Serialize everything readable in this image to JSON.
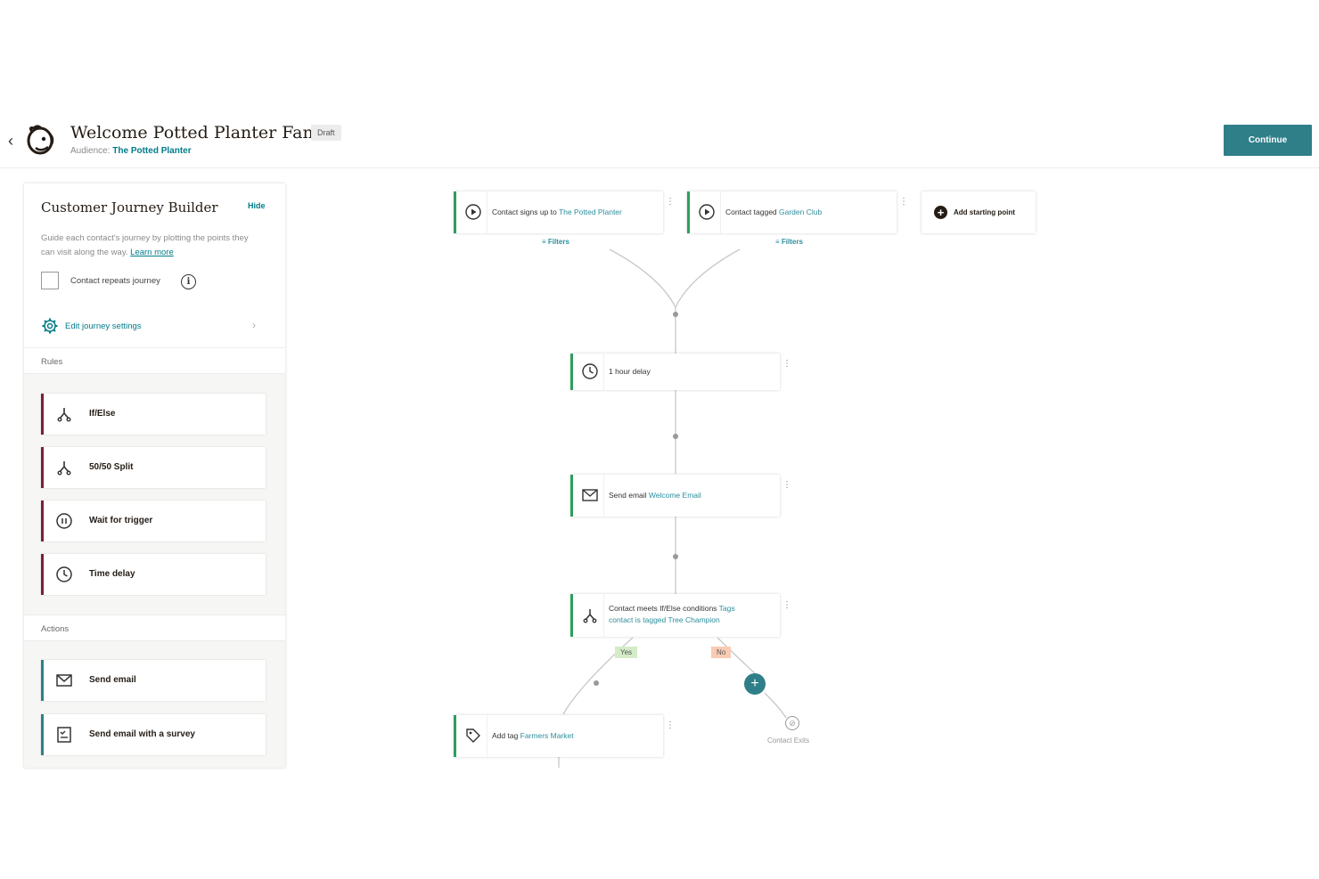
{
  "header": {
    "title": "Welcome Potted Planter Fans!",
    "status": "Draft",
    "audience_label": "Audience: ",
    "audience_value": "The Potted Planter",
    "continue_label": "Continue"
  },
  "sidebar": {
    "title": "Customer Journey Builder",
    "hide_label": "Hide",
    "description": "Guide each contact's journey by plotting the points they can visit along the way.",
    "learn_more": "Learn more",
    "repeat_label": "Contact repeats journey",
    "settings_label": "Edit journey settings",
    "rules_label": "Rules",
    "rules": [
      {
        "label": "If/Else",
        "icon": "branch-icon"
      },
      {
        "label": "50/50 Split",
        "icon": "split-icon"
      },
      {
        "label": "Wait for trigger",
        "icon": "pause-icon"
      },
      {
        "label": "Time delay",
        "icon": "clock-icon"
      }
    ],
    "actions_label": "Actions",
    "actions": [
      {
        "label": "Send email",
        "icon": "envelope-icon"
      },
      {
        "label": "Send email with a survey",
        "icon": "survey-icon"
      }
    ]
  },
  "canvas": {
    "start1": {
      "prefix": "Contact signs up to ",
      "highlight": "The Potted Planter"
    },
    "start2": {
      "prefix": "Contact tagged ",
      "highlight": "Garden Club"
    },
    "filters_label": "Filters",
    "add_start_label": "Add starting point",
    "delay": {
      "text": "1 hour delay"
    },
    "email": {
      "prefix": "Send email ",
      "highlight": "Welcome Email"
    },
    "condition": {
      "prefix": "Contact meets If/Else conditions ",
      "highlight1": "Tags",
      "highlight2": "contact is tagged Tree Champion"
    },
    "yes_label": "Yes",
    "no_label": "No",
    "add_tag": {
      "prefix": "Add tag ",
      "highlight": "Farmers Market"
    },
    "exit_label": "Contact Exits"
  },
  "colors": {
    "accent": "#2f7f89",
    "rule_border": "#7a1f36",
    "start_border": "#2e9e5b",
    "link": "#007c89"
  }
}
